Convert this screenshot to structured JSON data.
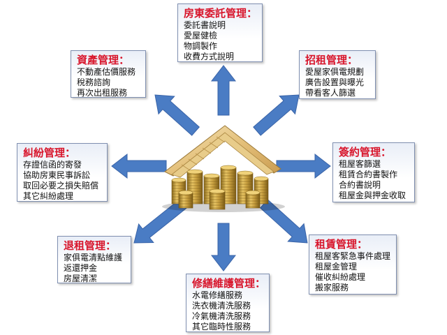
{
  "arrow_color": "#4a7cc4",
  "title_color": "#d8152b",
  "center_image": "money-house-icon",
  "boxes": {
    "top": {
      "title": "房東委託管理：",
      "items": [
        "委託書說明",
        "愛屋健檢",
        "物調製作",
        "收費方式說明"
      ]
    },
    "top_left": {
      "title": "資產管理：",
      "items": [
        "不動產估價服務",
        "稅務諮詢",
        "再次出租服務"
      ]
    },
    "top_right": {
      "title": "招租管理：",
      "items": [
        "愛屋家俱電規劃",
        "廣告設置與曝光",
        "帶看客人篩選"
      ]
    },
    "left": {
      "title": "糾紛管理：",
      "items": [
        "存證信函的寄發",
        "協助房東民事訴訟",
        "取回必要之損失賠償",
        "其它糾紛處理"
      ]
    },
    "right": {
      "title": "簽約管理：",
      "items": [
        "租屋客篩選",
        "租賃合約書製作",
        "合約書說明",
        "租屋金與押金收取"
      ]
    },
    "bottom_left": {
      "title": "退租管理：",
      "items": [
        "家俱電清點維護",
        "返還押金",
        "房屋清潔"
      ]
    },
    "bottom_right": {
      "title": "租賃管理：",
      "items": [
        "租屋客緊急事件處理",
        "租屋金管理",
        "催收糾紛處理",
        "搬家服務"
      ]
    },
    "bottom": {
      "title": "修繕維護管理：",
      "items": [
        "水電修繕服務",
        "洗衣機清洗服務",
        "冷氣機清洗服務",
        "其它臨時性服務"
      ]
    }
  }
}
